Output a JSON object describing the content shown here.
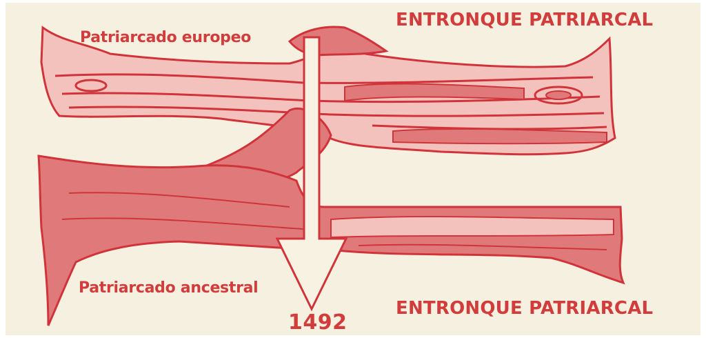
{
  "colors": {
    "background": "#f5f0df",
    "wood_fill": "#e07a7a",
    "wood_light": "#f3c2bd",
    "stroke": "#d0343a",
    "text": "#d13c3c",
    "arrow_fill": "#f7f2e2"
  },
  "labels": {
    "european": "Patriarcado europeo",
    "ancestral": "Patriarcado ancestral",
    "top_right": "ENTRONQUE PATRIARCAL",
    "bottom_right": "ENTRONQUE PATRIARCAL",
    "year": "1492"
  },
  "icons": {
    "arrow": "down-arrow-icon",
    "top_branch": "wood-log-icon",
    "bottom_root": "tree-root-icon"
  }
}
